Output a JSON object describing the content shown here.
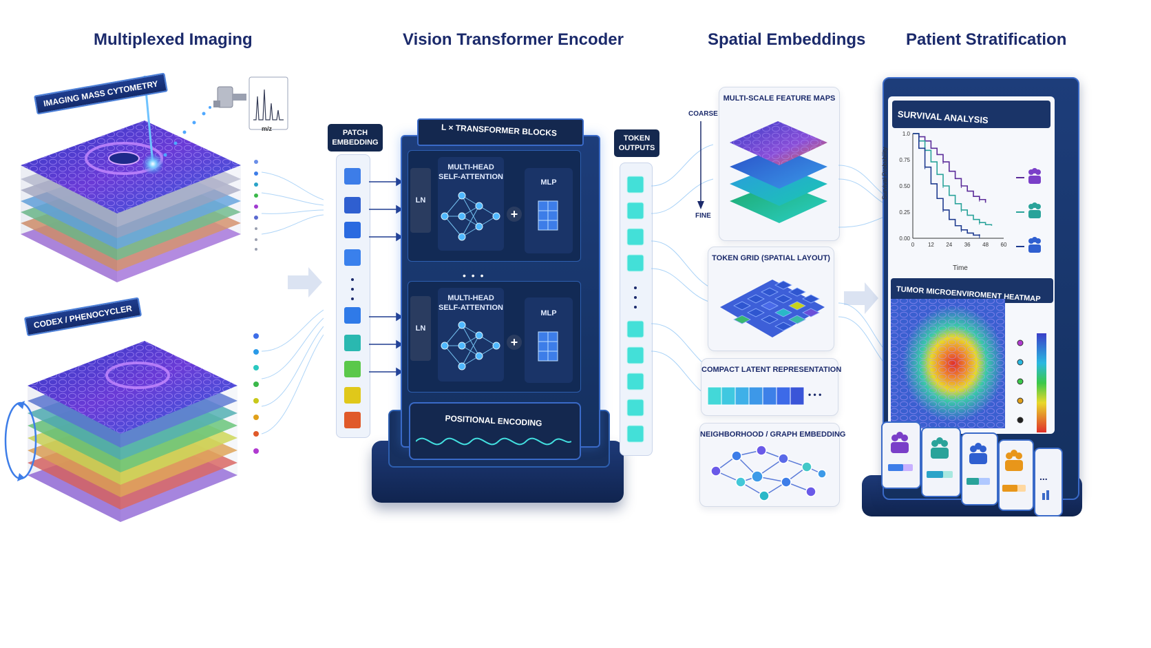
{
  "sections": {
    "imaging": "Multiplexed Imaging",
    "encoder": "Vision Transformer Encoder",
    "embeddings": "Spatial Embeddings",
    "stratification": "Patient Stratification"
  },
  "imaging": {
    "imc_label": "IMAGING MASS CYTOMETRY",
    "mz_label": "m/z",
    "codex_label": "CODEX / PHENOCYCLER"
  },
  "encoder": {
    "patch_label": "PATCH\nEMBEDDING",
    "blocks_label": "L × TRANSFORMER BLOCKS",
    "ln_label": "LN",
    "mhsa_label": "MULTI-HEAD\nSELF-ATTENTION",
    "mlp_label": "MLP",
    "plus_label": "+",
    "ellipsis": "• • •",
    "positional_label": "POSITIONAL ENCODING",
    "token_label": "TOKEN\nOUTPUTS"
  },
  "embeddings": {
    "coarse_label": "COARSE",
    "fine_label": "FINE",
    "multiscale_label": "MULTI-SCALE FEATURE MAPS",
    "token_grid_label": "TOKEN GRID (SPATIAL LAYOUT)",
    "latent_label": "COMPACT LATENT REPRESENTATION",
    "latent_ellipsis": "• • •",
    "graph_label": "NEIGHBORHOOD / GRAPH EMBEDDING"
  },
  "stratification": {
    "survival_title": "SURVIVAL ANALYSIS",
    "survival_ylabel": "Survival Probability",
    "survival_xlabel": "Time",
    "heatmap_title": "TUMOR MICROENVIROMENT HEATMAP",
    "more_label": "..."
  },
  "chart_data": {
    "type": "line",
    "title": "SURVIVAL ANALYSIS",
    "xlabel": "Time",
    "ylabel": "Survival Probability",
    "xlim": [
      0,
      60
    ],
    "ylim": [
      0,
      1
    ],
    "x_ticks": [
      "0",
      "12",
      "24",
      "36",
      "48",
      "60"
    ],
    "y_ticks": [
      "0.00",
      "0.25",
      "0.50",
      "0.75",
      "1.0"
    ],
    "series": [
      {
        "color": "#5b2c99",
        "x": [
          0,
          4,
          8,
          12,
          16,
          20,
          24,
          28,
          32,
          36,
          40,
          44,
          48
        ],
        "y": [
          1.0,
          0.97,
          0.93,
          0.86,
          0.8,
          0.73,
          0.64,
          0.57,
          0.5,
          0.45,
          0.4,
          0.37,
          0.34
        ]
      },
      {
        "color": "#2aa39a",
        "x": [
          0,
          4,
          8,
          12,
          16,
          20,
          24,
          28,
          32,
          36,
          40,
          44,
          48,
          52
        ],
        "y": [
          1.0,
          0.93,
          0.84,
          0.73,
          0.61,
          0.5,
          0.41,
          0.33,
          0.27,
          0.22,
          0.18,
          0.15,
          0.13,
          0.12
        ]
      },
      {
        "color": "#1f3b8f",
        "x": [
          0,
          4,
          8,
          12,
          16,
          20,
          24,
          28,
          32,
          36,
          40,
          44
        ],
        "y": [
          1.0,
          0.86,
          0.68,
          0.52,
          0.38,
          0.27,
          0.18,
          0.12,
          0.08,
          0.05,
          0.03,
          0.02
        ]
      }
    ]
  },
  "colors": {
    "navy": "#1b2a6b",
    "panel_dark": "#17305f",
    "accent_blue": "#3d7de8",
    "cyan": "#43e0e0"
  },
  "icons": {
    "groups": [
      "purple-group-icon",
      "teal-group-icon",
      "blue-group-icon",
      "orange-group-icon"
    ]
  }
}
